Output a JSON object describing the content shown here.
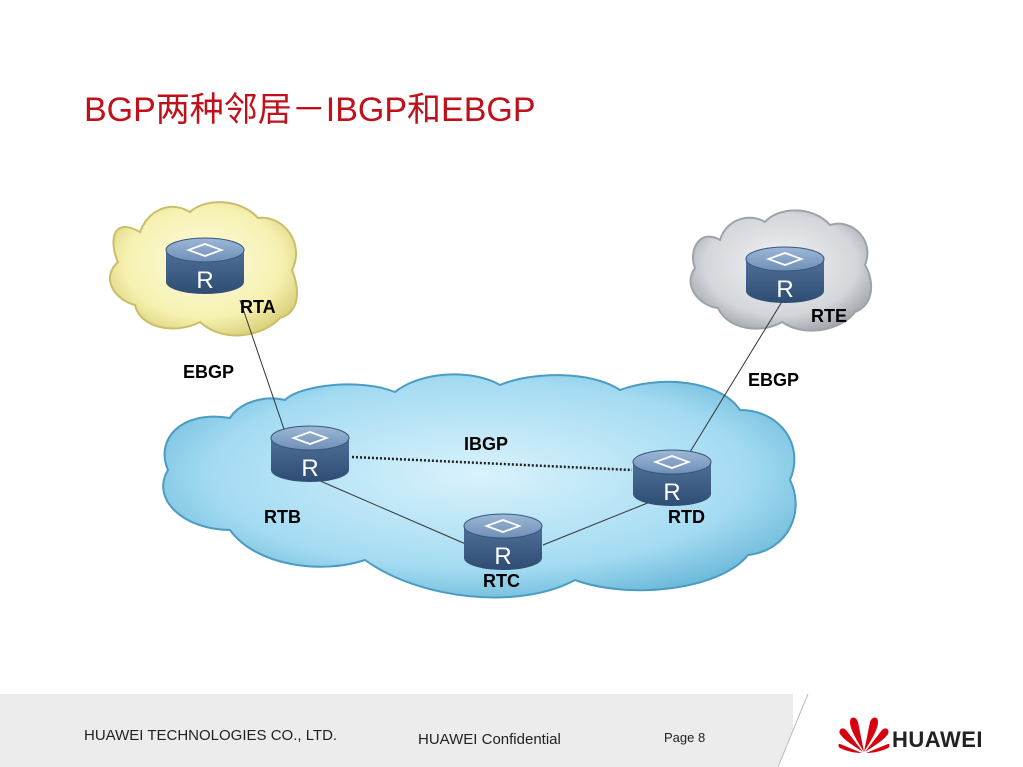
{
  "title": "BGP两种邻居－IBGP和EBGP",
  "diagram": {
    "router_icon_letter": "R",
    "routers": [
      {
        "id": "RTA",
        "label": "RTA"
      },
      {
        "id": "RTB",
        "label": "RTB"
      },
      {
        "id": "RTC",
        "label": "RTC"
      },
      {
        "id": "RTD",
        "label": "RTD"
      },
      {
        "id": "RTE",
        "label": "RTE"
      }
    ],
    "links": [
      {
        "from": "RTA",
        "to": "RTB",
        "label": "EBGP",
        "style": "solid"
      },
      {
        "from": "RTE",
        "to": "RTD",
        "label": "EBGP",
        "style": "solid"
      },
      {
        "from": "RTB",
        "to": "RTD",
        "label": "IBGP",
        "style": "dotted"
      },
      {
        "from": "RTB",
        "to": "RTC",
        "label": "",
        "style": "solid"
      },
      {
        "from": "RTC",
        "to": "RTD",
        "label": "",
        "style": "solid"
      }
    ],
    "colors": {
      "as_left_cloud": "#f7f3b8",
      "as_right_cloud": "#d6d8dc",
      "as_main_cloud": "#9fd8f0",
      "router": "#5b7fa8"
    }
  },
  "footer": {
    "company": "HUAWEI TECHNOLOGIES CO., LTD.",
    "confidential": "HUAWEI Confidential",
    "page": "Page 8",
    "brand": "HUAWEI"
  }
}
